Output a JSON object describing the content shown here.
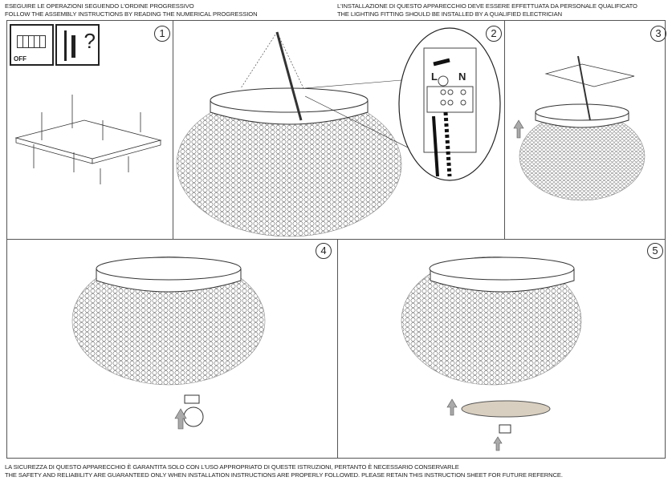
{
  "header": {
    "left_line1": "ESEGUIRE LE OPERAZIONI SEGUENDO L'ORDINE PROGRESSIVO",
    "left_line2": "FOLLOW THE ASSEMBLY INSTRUCTIONS BY READING THE NUMERICAL PROGRESSION",
    "right_line1": "L'INSTALLAZIONE DI QUESTO APPARECCHIO DEVE ESSERE EFFETTUATA DA PERSONALE QUALIFICATO",
    "right_line2": "THE LIGHTING FITTING SHOULD BE INSTALLED BY A QUALIFIED ELECTRICIAN"
  },
  "steps": [
    "1",
    "2",
    "3",
    "4",
    "5"
  ],
  "icons": {
    "off_label": "OFF",
    "question_mark": "?"
  },
  "terminal": {
    "live": "L",
    "neutral": "N"
  },
  "footer": {
    "line1": "LA SICUREZZA DI QUESTO APPARECCHIO È GARANTITA SOLO CON L'USO APPROPRIATO DI QUESTE ISTRUZIONI, PERTANTO È NECESSARIO CONSERVARLE",
    "line2": "THE SAFETY AND RELIABILITY ARE GUARANTEED ONLY WHEN INSTALLATION INSTRUCTIONS ARE PROPERLY FOLLOWED. PLEASE RETAIN THIS INSTRUCTION SHEET FOR FUTURE REFERNCE."
  }
}
